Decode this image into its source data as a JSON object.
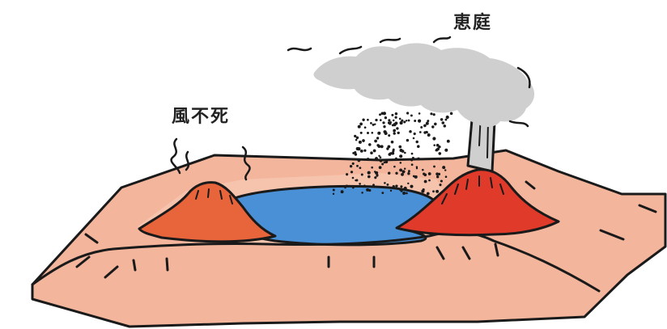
{
  "labels": {
    "eniwa": "恵庭",
    "fuppushi": "風不死"
  },
  "colors": {
    "terrain": "#f3b59c",
    "lake": "#4a90d6",
    "eniwa_volcano": "#e03a2a",
    "fuppushi_volcano": "#e8643a",
    "plume": "#cfcfcf",
    "outline": "#1a1a1a"
  },
  "icons": {
    "eruption_plume": "plume-cloud",
    "ash_fall": "ash-dots"
  }
}
